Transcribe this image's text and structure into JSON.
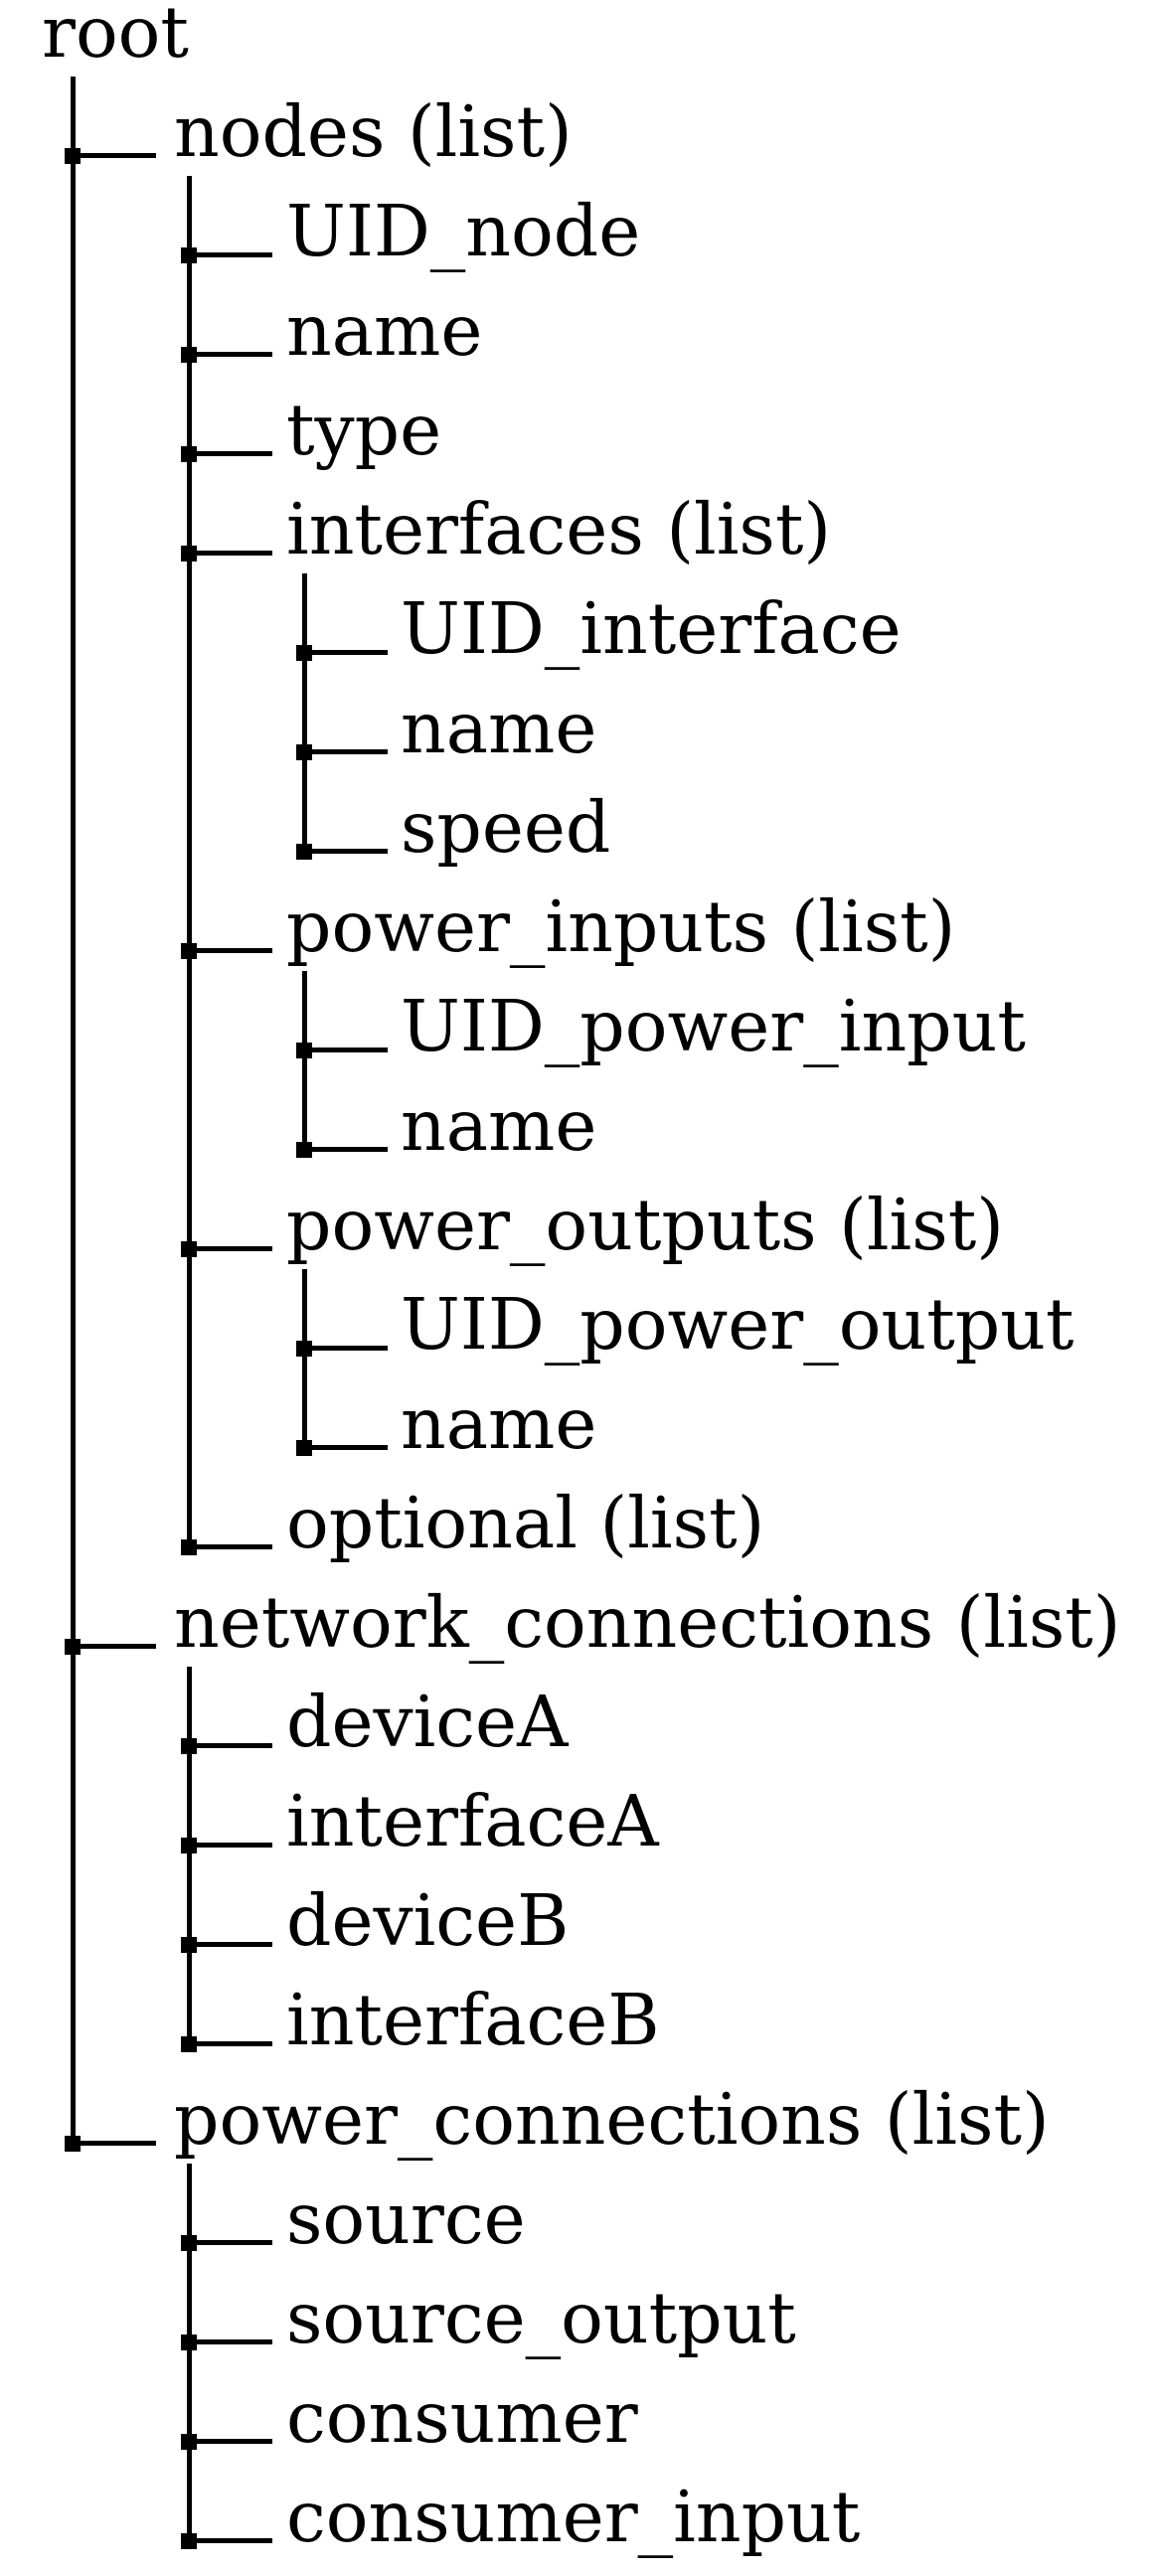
{
  "figure": {
    "title": "root",
    "kind": "schema-tree"
  },
  "colors": {
    "ink": "#000000",
    "background": "#ffffff"
  },
  "tree": {
    "label": "root",
    "children": [
      {
        "label": "nodes (list)",
        "children": [
          {
            "label": "UID_node"
          },
          {
            "label": "name"
          },
          {
            "label": "type"
          },
          {
            "label": "interfaces (list)",
            "children": [
              {
                "label": "UID_interface"
              },
              {
                "label": "name"
              },
              {
                "label": "speed"
              }
            ]
          },
          {
            "label": "power_inputs (list)",
            "children": [
              {
                "label": "UID_power_input"
              },
              {
                "label": "name"
              }
            ]
          },
          {
            "label": "power_outputs (list)",
            "children": [
              {
                "label": "UID_power_output"
              },
              {
                "label": "name"
              }
            ]
          },
          {
            "label": "optional (list)"
          }
        ]
      },
      {
        "label": "network_connections (list)",
        "children": [
          {
            "label": "deviceA"
          },
          {
            "label": "interfaceA"
          },
          {
            "label": "deviceB"
          },
          {
            "label": "interfaceB"
          }
        ]
      },
      {
        "label": "power_connections (list)",
        "children": [
          {
            "label": "source"
          },
          {
            "label": "source_output"
          },
          {
            "label": "consumer"
          },
          {
            "label": "consumer_input"
          }
        ]
      }
    ]
  }
}
